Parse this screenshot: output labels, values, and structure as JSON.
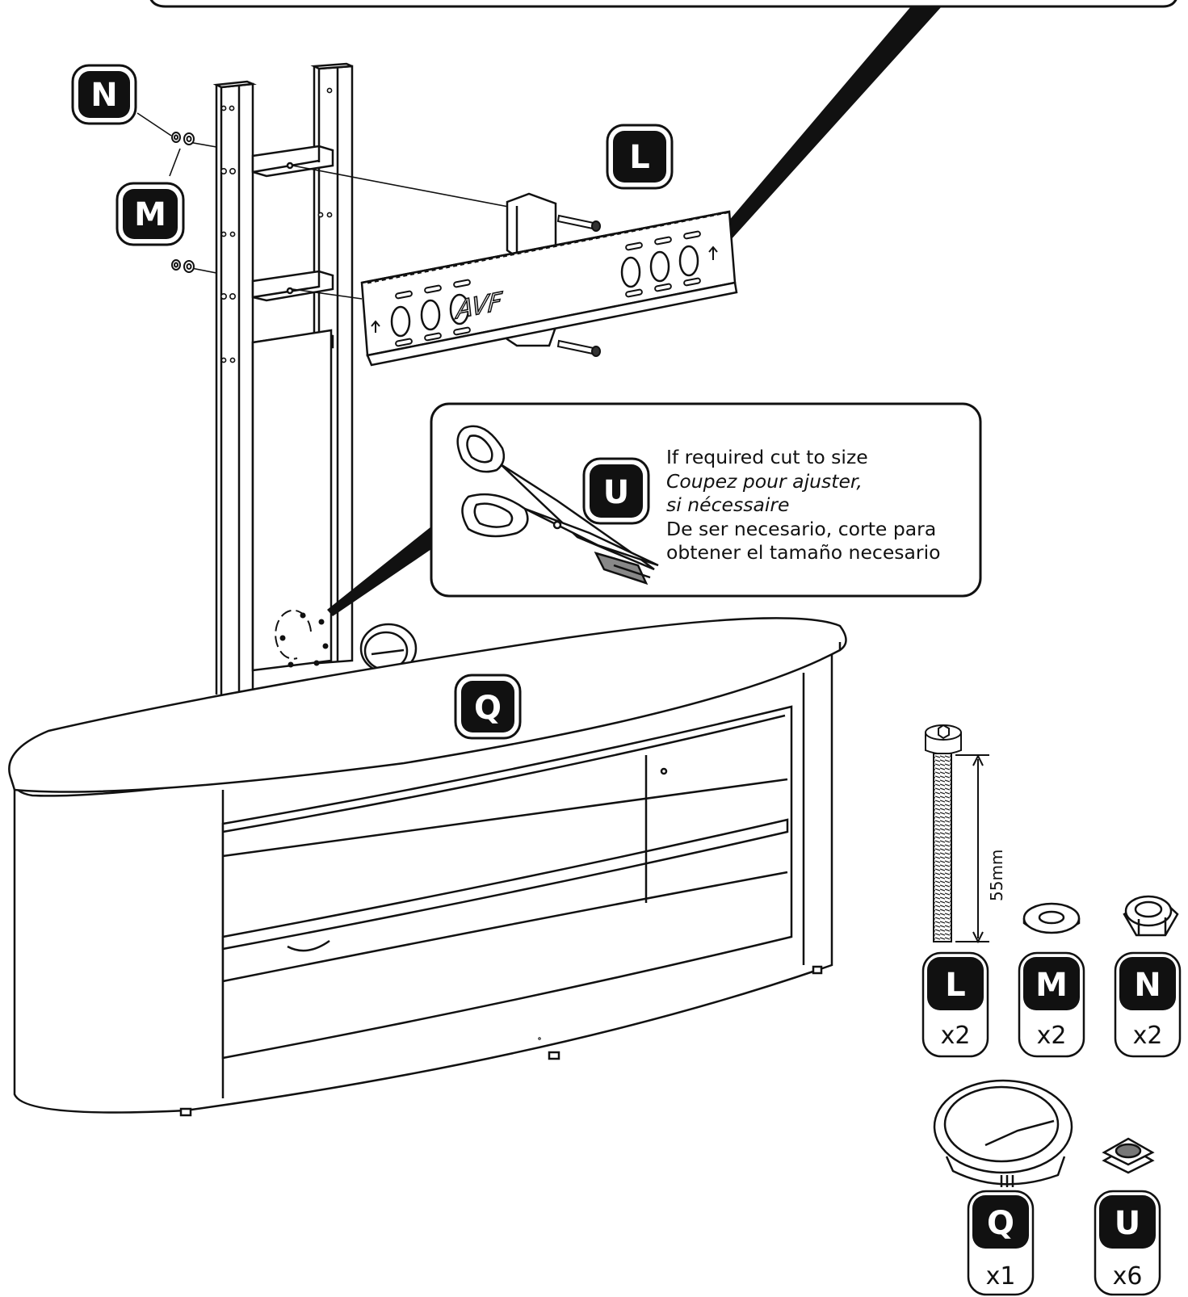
{
  "callout": {
    "lines": [
      {
        "text": "If required cut to size",
        "italic": false
      },
      {
        "text": "Coupez pour ajuster,",
        "italic": true
      },
      {
        "text": "si nécessaire",
        "italic": true
      },
      {
        "text": "De ser necesario, corte para",
        "italic": false
      },
      {
        "text": "obtener el tamaño necesario",
        "italic": false
      }
    ],
    "badge": "U"
  },
  "assembly_labels": {
    "N": "N",
    "M": "M",
    "L": "L",
    "Q": "Q"
  },
  "bracket_logo": "AVF",
  "parts": {
    "bolt_length": "55mm",
    "items": [
      {
        "letter": "L",
        "qty": "x2"
      },
      {
        "letter": "M",
        "qty": "x2"
      },
      {
        "letter": "N",
        "qty": "x2"
      },
      {
        "letter": "Q",
        "qty": "x1"
      },
      {
        "letter": "U",
        "qty": "x6"
      }
    ]
  }
}
